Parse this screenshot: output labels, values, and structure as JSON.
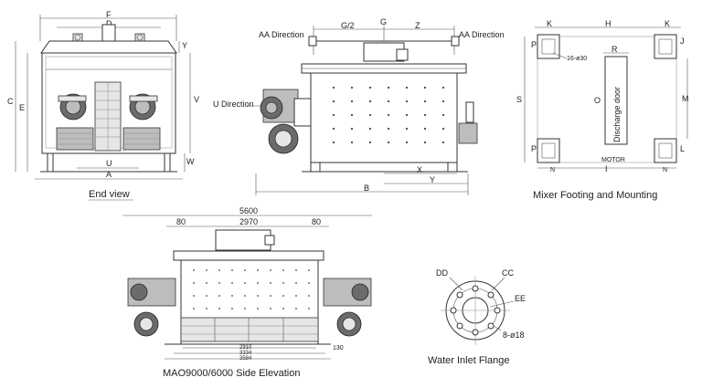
{
  "end_view": {
    "caption": "End view",
    "labels": {
      "F": "F",
      "D": "D",
      "Y": "Y",
      "C": "C",
      "E": "E",
      "V": "V",
      "W": "W",
      "U": "U",
      "A": "A"
    }
  },
  "front_view": {
    "aa_left": "AA Direction",
    "aa_right": "AA Direction",
    "u_direction": "U Direction",
    "labels": {
      "G2": "G/2",
      "G": "G",
      "Z": "Z",
      "X": "X",
      "Y": "Y",
      "B": "B"
    }
  },
  "footing": {
    "caption": "Mixer Footing and Mounting",
    "discharge_door": "Discharge door",
    "motor": "MOTOR",
    "hole": "16-ø30",
    "labels": {
      "K1": "K",
      "H": "H",
      "K2": "K",
      "P1": "P",
      "R": "R",
      "J": "J",
      "S": "S",
      "O": "O",
      "M": "M",
      "P2": "P",
      "L": "L",
      "I": "I",
      "N1": "N",
      "N2": "N"
    }
  },
  "side_elevation": {
    "caption": "MAO9000/6000 Side Elevation",
    "dim_5600": "5600",
    "dim_80_left": "80",
    "dim_2970": "2970",
    "dim_80_right": "80",
    "dim_2910": "2910",
    "dim_3334": "3334",
    "dim_3584": "3584",
    "dim_130": "130"
  },
  "flange": {
    "caption": "Water Inlet Flange",
    "dd": "DD",
    "cc": "CC",
    "ee": "EE",
    "holes": "8-ø18"
  }
}
